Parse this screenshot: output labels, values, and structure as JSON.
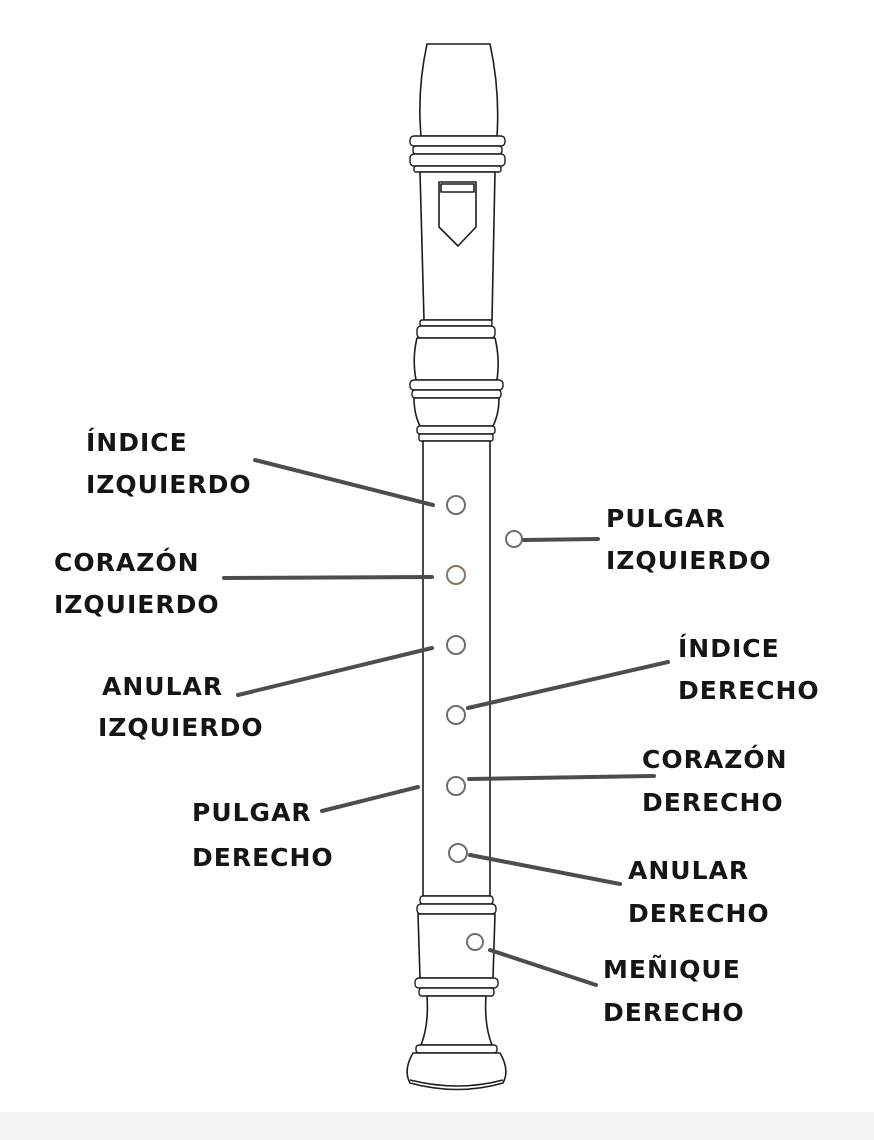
{
  "diagram": {
    "labels": {
      "indice_izquierdo": [
        "ÍNDICE",
        "IZQUIERDO"
      ],
      "corazon_izquierdo": [
        "CORAZÓN",
        "IZQUIERDO"
      ],
      "anular_izquierdo": [
        "ANULAR",
        "IZQUIERDO"
      ],
      "pulgar_derecho": [
        "PULGAR",
        "DERECHO"
      ],
      "pulgar_izquierdo": [
        "PULGAR",
        "IZQUIERDO"
      ],
      "indice_derecho": [
        "ÍNDICE",
        "DERECHO"
      ],
      "corazon_derecho": [
        "CORAZÓN",
        "DERECHO"
      ],
      "anular_derecho": [
        "ANULAR",
        "DERECHO"
      ],
      "menique_derecho": [
        "MEÑIQUE",
        "DERECHO"
      ]
    },
    "colors": {
      "outline": "#1c1c1c",
      "leader": "#4d4d4d",
      "hole": "#6e6e6e",
      "text": "#151515"
    }
  }
}
